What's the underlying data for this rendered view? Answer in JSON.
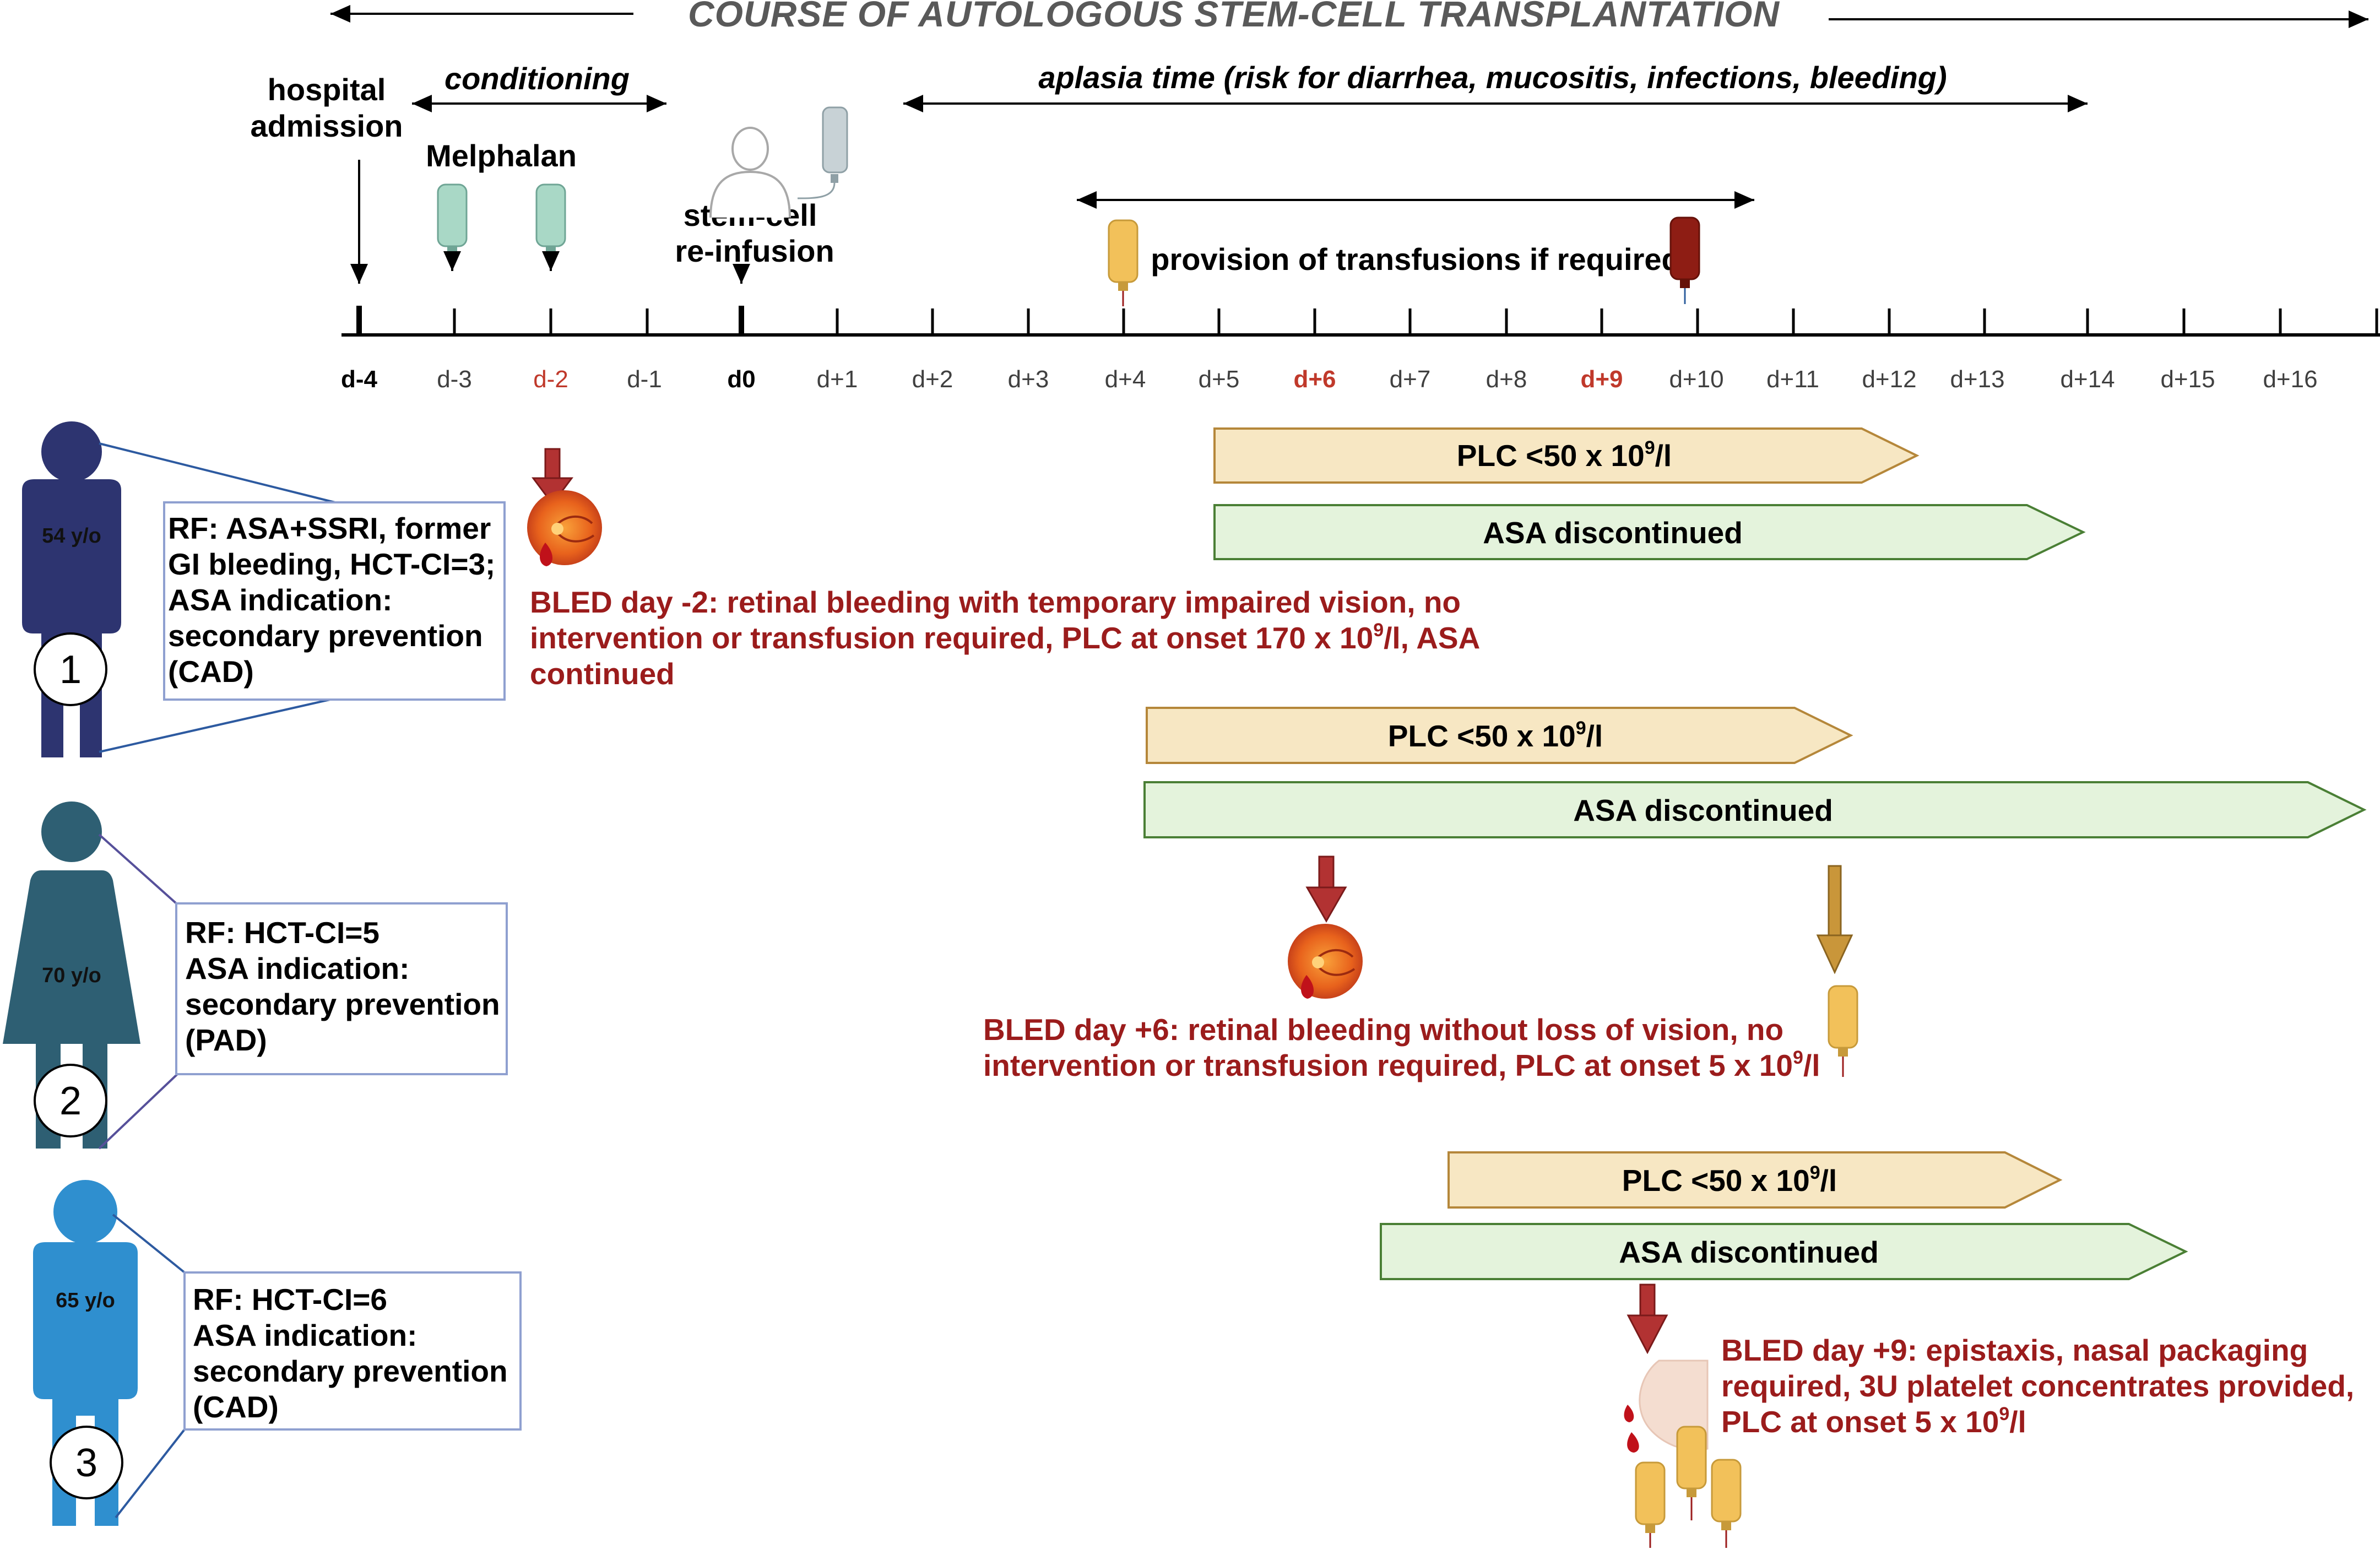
{
  "title": "COURSE OF AUTOLOGOUS STEM-CELL TRANSPLANTATION",
  "labels": {
    "hospital_admission_1": "hospital",
    "hospital_admission_2": "admission",
    "conditioning": "conditioning",
    "melphalan": "Melphalan",
    "aplasia": "aplasia time (risk for diarrhea, mucositis, infections, bleeding)",
    "stemcell_1": "stem-cell",
    "stemcell_2": "re-infusion",
    "transfusions": "provision of transfusions if required"
  },
  "timeline": {
    "days": [
      "d-4",
      "d-3",
      "d-2",
      "d-1",
      "d0",
      "d+1",
      "d+2",
      "d+3",
      "d+4",
      "d+5",
      "d+6",
      "d+7",
      "d+8",
      "d+9",
      "d+10",
      "d+11",
      "d+12",
      "d+13",
      "d+14",
      "d+15",
      "d+16"
    ],
    "highlight_red": [
      "d-2"
    ],
    "highlight_red_bold": [
      "d+6",
      "d+9"
    ],
    "highlight_bold": [
      "d-4",
      "d0"
    ]
  },
  "patients": [
    {
      "number": "1",
      "age": "54 y/o",
      "rf_lines": [
        "RF: ASA+SSRI, former",
        "GI bleeding, HCT-CI=3;",
        "ASA indication:",
        "secondary prevention",
        "(CAD)"
      ],
      "plc_label": "PLC <50  x 10",
      "plc_sup": "9",
      "plc_unit": "/l",
      "asa_label": "ASA discontinued",
      "bled_lines": [
        "BLED day -2: retinal bleeding with temporary impaired vision, no",
        "intervention or transfusion required, PLC at onset 170 x 10",
        "continued"
      ],
      "bled_sup": "9",
      "bled_line2_tail": "/l, ASA"
    },
    {
      "number": "2",
      "age": "70 y/o",
      "rf_lines": [
        "RF:  HCT-CI=5",
        "ASA indication:",
        "secondary prevention",
        "(PAD)"
      ],
      "plc_label": "PLC <50  x 10",
      "plc_sup": "9",
      "plc_unit": "/l",
      "asa_label": "ASA discontinued",
      "bled_lines": [
        "BLED day +6: retinal bleeding without loss of vision, no",
        "intervention or transfusion required, PLC at onset 5 x 10"
      ],
      "bled_sup": "9",
      "bled_line2_tail": "/l"
    },
    {
      "number": "3",
      "age": "65 y/o",
      "rf_lines": [
        "RF:  HCT-CI=6",
        "ASA indication:",
        "secondary prevention",
        "(CAD)"
      ],
      "plc_label": "PLC <50  x 10",
      "plc_sup": "9",
      "plc_unit": "/l",
      "asa_label": "ASA discontinued",
      "bled_lines": [
        "BLED day +9: epistaxis, nasal packaging",
        "required, 3U platelet concentrates provided,",
        "PLC at onset 5  x 10"
      ],
      "bled_sup": "9",
      "bled_line3_tail": "/l"
    }
  ],
  "colors": {
    "patient1": "#2d3470",
    "patient2": "#2e5f73",
    "patient3": "#2f8fcf",
    "plc_fill": "#f7e7c3",
    "plc_stroke": "#b5873a",
    "asa_fill": "#e4f3dc",
    "asa_stroke": "#4a7f35",
    "bled_text": "#9b1c1c",
    "arrow_red": "#a32828",
    "arrow_gold": "#b58a2e"
  }
}
